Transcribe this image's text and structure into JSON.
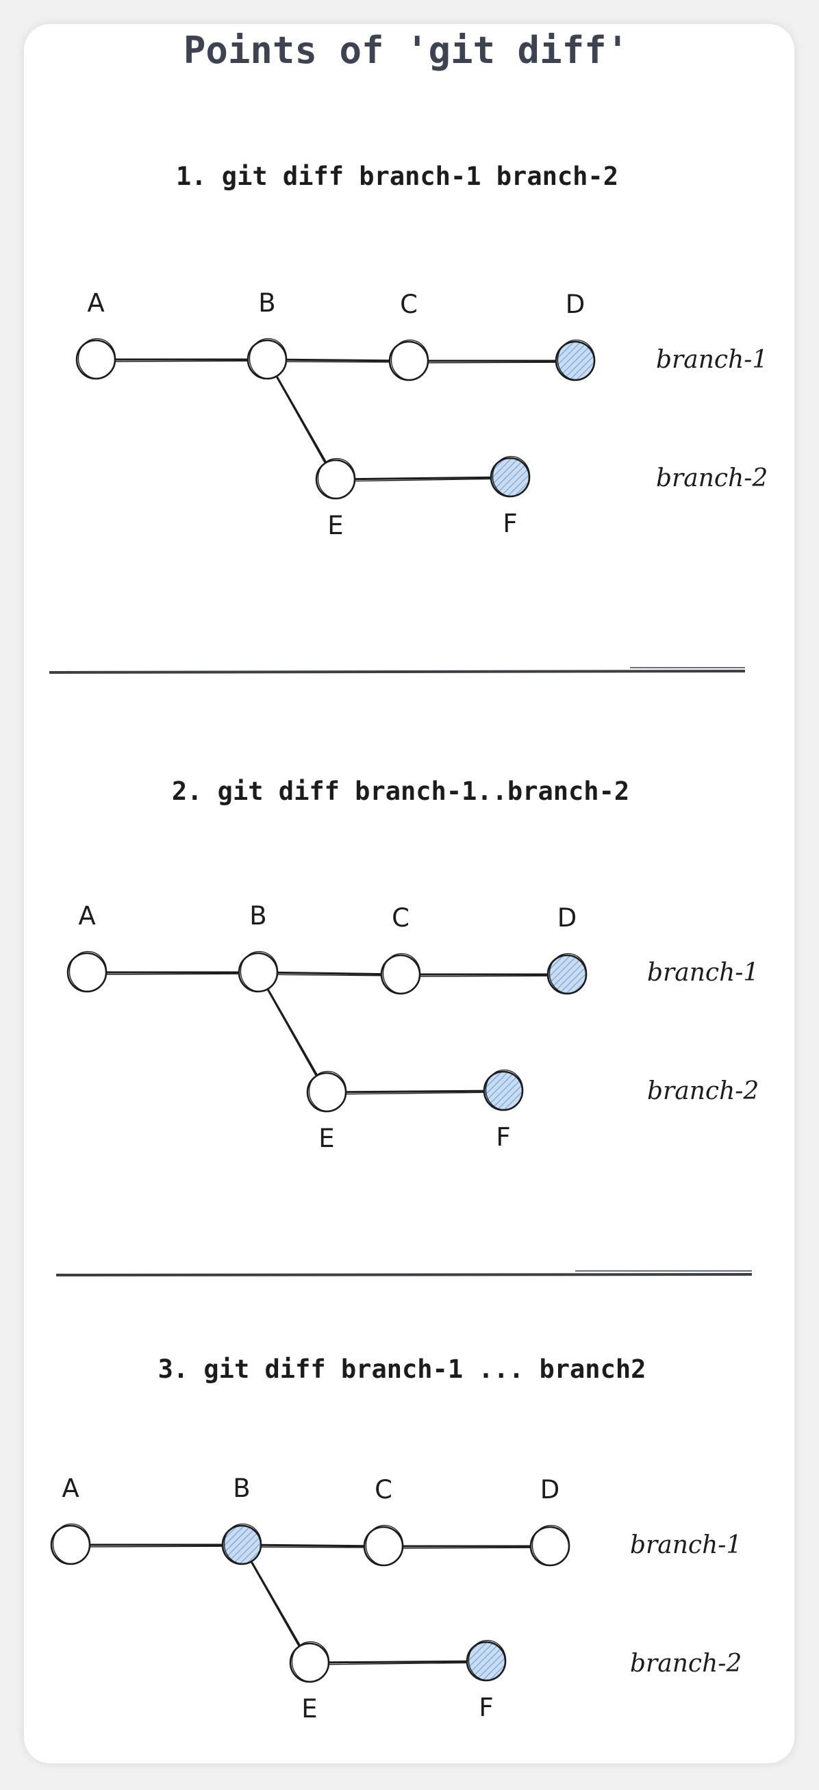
{
  "title": "Points of 'git diff'",
  "colors": {
    "highlight_fill": "#c9dcf2",
    "hatch": "#6f9fd8",
    "node_fill": "#ffffff",
    "stroke": "#1c1c1c"
  },
  "sections": [
    {
      "command": "1. git diff branch-1 branch-2",
      "highlighted": [
        "D",
        "F"
      ]
    },
    {
      "command": "2. git diff branch-1..branch-2",
      "highlighted": [
        "D",
        "F"
      ]
    },
    {
      "command": "3. git diff branch-1 ... branch2",
      "highlighted": [
        "B",
        "F"
      ]
    }
  ],
  "graph": {
    "nodes": [
      {
        "id": "A",
        "label": "A",
        "branch": "branch-1"
      },
      {
        "id": "B",
        "label": "B",
        "branch": "branch-1"
      },
      {
        "id": "C",
        "label": "C",
        "branch": "branch-1"
      },
      {
        "id": "D",
        "label": "D",
        "branch": "branch-1"
      },
      {
        "id": "E",
        "label": "E",
        "branch": "branch-2"
      },
      {
        "id": "F",
        "label": "F",
        "branch": "branch-2"
      }
    ],
    "edges": [
      [
        "A",
        "B"
      ],
      [
        "B",
        "C"
      ],
      [
        "C",
        "D"
      ],
      [
        "B",
        "E"
      ],
      [
        "E",
        "F"
      ]
    ],
    "branch_labels": [
      "branch-1",
      "branch-2"
    ]
  }
}
